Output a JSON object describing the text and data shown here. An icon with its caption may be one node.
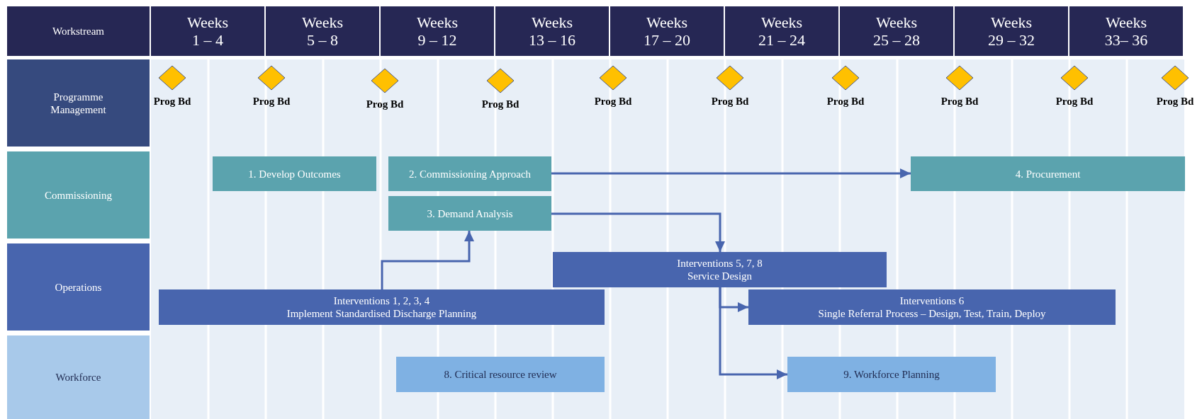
{
  "diagram": {
    "nodes": [
      {
        "text": [
          "Workstream"
        ]
      },
      {
        "text": [
          "Weeks",
          "1 – 4"
        ]
      },
      {
        "text": [
          "Weeks",
          "5 – 8"
        ]
      },
      {
        "text": [
          "Weeks",
          "9 – 12"
        ]
      },
      {
        "text": [
          "Weeks",
          "13 – 16"
        ]
      },
      {
        "text": [
          "Weeks",
          "17 – 20"
        ]
      },
      {
        "text": [
          "Weeks",
          "21 – 24"
        ]
      },
      {
        "text": [
          "Weeks",
          "25 – 28"
        ]
      },
      {
        "text": [
          "Weeks",
          "29 – 32"
        ]
      },
      {
        "text": [
          "Weeks",
          "33– 36"
        ]
      },
      {
        "text": [
          "Programme Management"
        ]
      },
      {
        "text": [
          "Prog Bd"
        ]
      },
      {
        "text": [
          "Prog Bd"
        ]
      },
      {
        "text": [
          "Prog Bd"
        ]
      },
      {
        "text": [
          "Prog Bd"
        ]
      },
      {
        "text": [
          "Prog Bd"
        ]
      },
      {
        "text": [
          "Prog Bd"
        ]
      },
      {
        "text": [
          "Prog Bd"
        ]
      },
      {
        "text": [
          "Prog Bd"
        ]
      },
      {
        "text": [
          "Prog Bd"
        ]
      },
      {
        "text": [
          "Prog Bd"
        ]
      },
      {
        "text": [
          "Commissioning"
        ]
      },
      {
        "text": [
          "1.  Develop Outcomes"
        ]
      },
      {
        "text": [
          "2. Commissioning Approach"
        ]
      },
      {
        "text": [
          "4.  Procurement"
        ]
      },
      {
        "text": [
          "3.  Demand Analysis"
        ]
      },
      {
        "text": [
          "Operations"
        ]
      },
      {
        "text": [
          "Interventions 5, 7, 8",
          "Service Design"
        ]
      },
      {
        "text": [
          "Interventions 1, 2, 3, 4",
          "Implement Standardised Discharge Planning"
        ]
      },
      {
        "text": [
          "Interventions 6",
          "Single Referral Process – Design, Test, Train, Deploy"
        ]
      },
      {
        "text": [
          "Workforce"
        ]
      },
      {
        "text": [
          "8.  Critical resource review"
        ]
      },
      {
        "text": [
          "9.  Workforce Planning"
        ]
      }
    ],
    "edges": [
      {
        "from": 23,
        "to": 24,
        "arrow": "to"
      },
      {
        "from": 28,
        "to": 25,
        "arrow": "to"
      },
      {
        "from": 25,
        "to": 27,
        "arrow": "to"
      },
      {
        "from": 27,
        "to": 29,
        "arrow": "to"
      },
      {
        "from": 27,
        "to": 32,
        "arrow": "to"
      }
    ]
  }
}
